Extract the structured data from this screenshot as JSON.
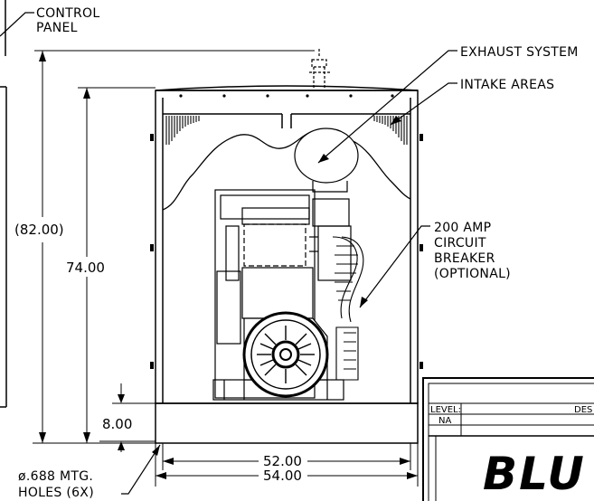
{
  "callouts": {
    "control_panel": [
      "CONTROL",
      "PANEL"
    ],
    "exhaust_system": "EXHAUST SYSTEM",
    "intake_areas": "INTAKE AREAS",
    "circuit_breaker": [
      "200 AMP",
      "CIRCUIT",
      "BREAKER",
      "(OPTIONAL)"
    ],
    "mounting_holes": [
      "ø.688 MTG.",
      "HOLES (6X)"
    ]
  },
  "dimensions": {
    "overall_height": "(82.00)",
    "enclosure_height": "74.00",
    "base_height": "8.00",
    "inner_width": "52.00",
    "outer_width": "54.00"
  },
  "title_block": {
    "level_label": "LEVEL:",
    "level_value": "NA",
    "description_label": "DES",
    "logo_text": "BLU"
  }
}
